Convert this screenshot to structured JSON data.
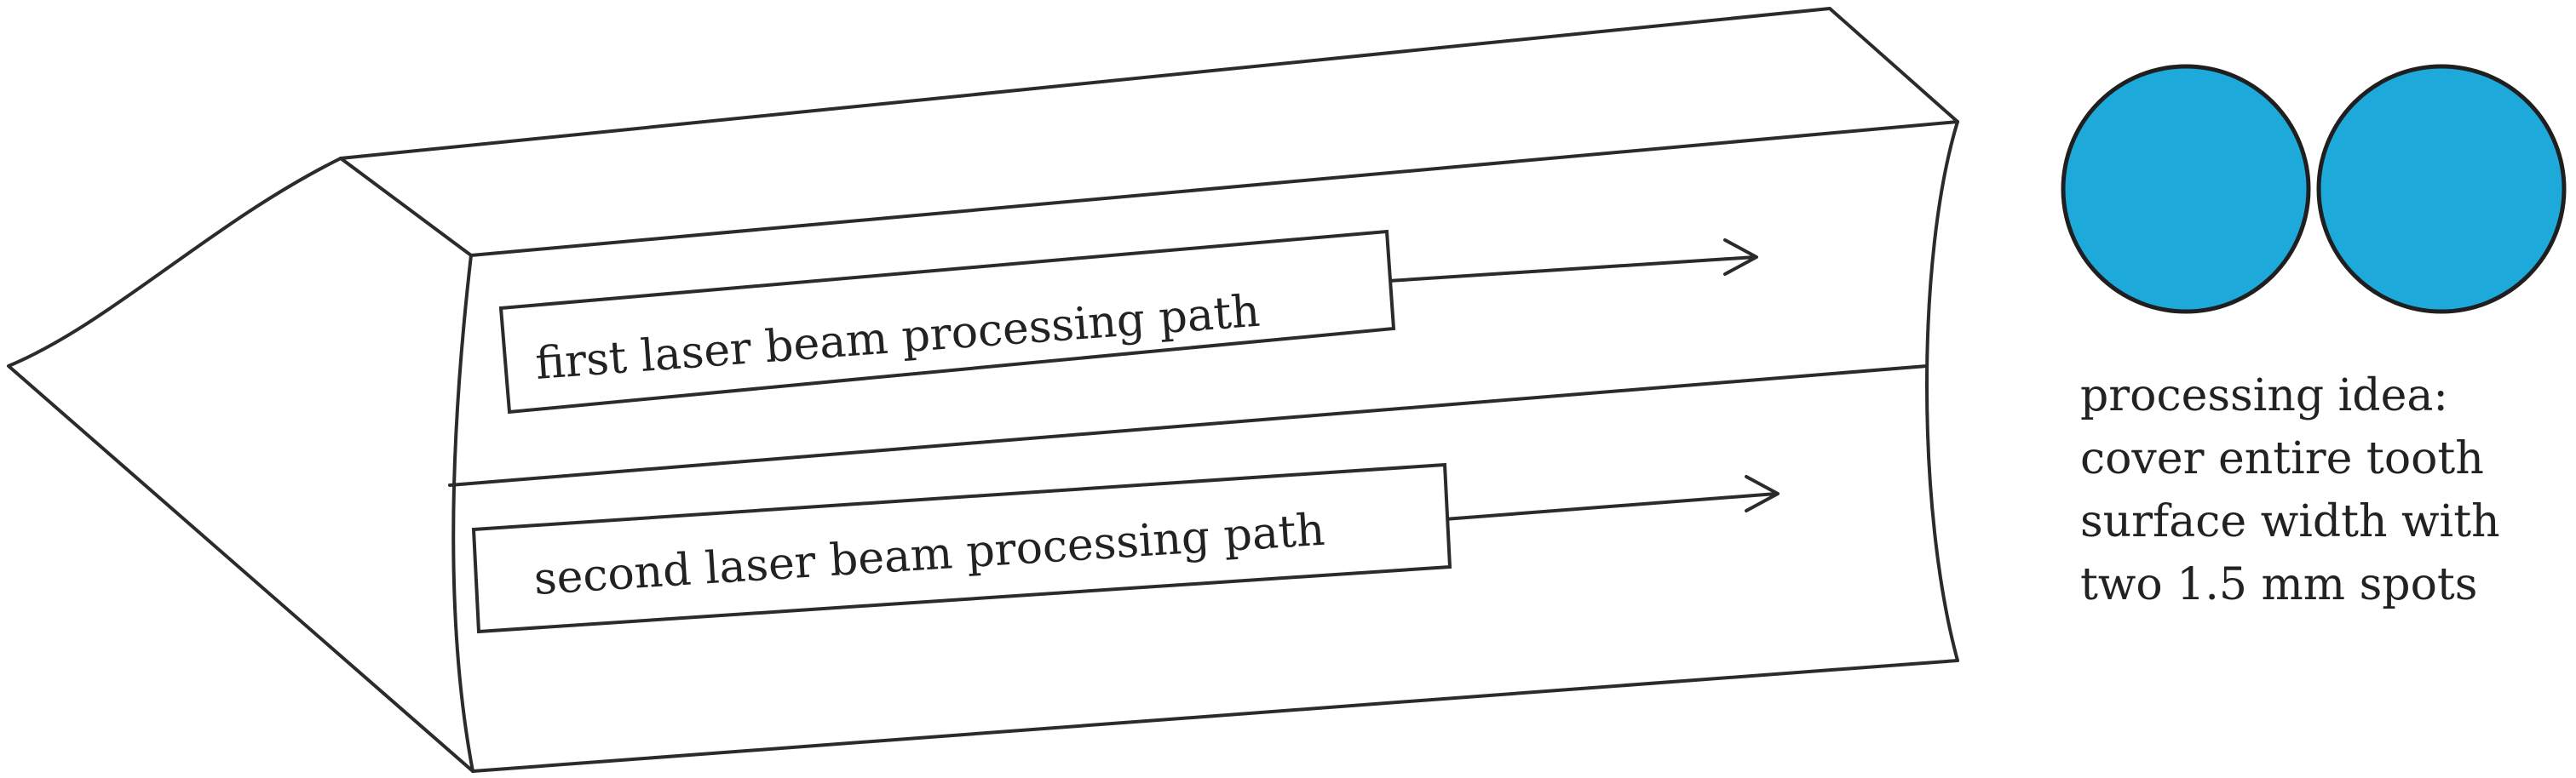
{
  "diagram": {
    "paths": [
      {
        "label": "first laser beam processing path"
      },
      {
        "label": "second laser beam processing path"
      }
    ],
    "processing_idea": {
      "lines": [
        "processing idea:",
        "cover entire tooth",
        "surface width with",
        "two 1.5 mm spots"
      ]
    },
    "colors": {
      "spot_fill": "#1ea9db",
      "outline": "#2b2b2b"
    }
  }
}
